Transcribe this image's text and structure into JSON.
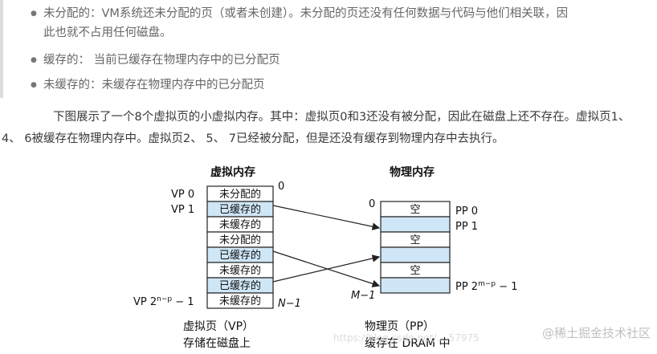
{
  "bullets": [
    {
      "term": "未分配的：",
      "text": "VM系统还未分配的页（或者未创建）。未分配的页还没有任何数据与代码与他们相关联，因",
      "cont": "此也就不占用任何磁盘。"
    },
    {
      "term": "缓存的：",
      "text": " 当前已缓存在物理内存中的已分配页"
    },
    {
      "term": "未缓存的：",
      "text": "未缓存在物理内存中的已分配页"
    }
  ],
  "paragraph": "下图展示了一个8个虚拟页的小虚拟内存。其中：虚拟页0和3还没有被分配，因此在磁盘上还不存在。虚拟页1、 4、 6被缓存在物理内存中。虚拟页2、 5、 7已经被分配，但是还没有缓存到物理内存中去执行。",
  "figure": {
    "vm_title": "虚拟内存",
    "pm_title": "物理内存",
    "vp_rows": [
      "未分配的",
      "已缓存的",
      "未缓存的",
      "未分配的",
      "已缓存的",
      "未缓存的",
      "已缓存的",
      "未缓存的"
    ],
    "vp_labels": {
      "vp0": "VP 0",
      "vp1": "VP 1",
      "vplast": "VP 2^(n−p) − 1"
    },
    "vp_top_index": "0",
    "vp_bottom_index": "N−1",
    "pp_rows": [
      "空",
      "",
      "空",
      "",
      "空",
      ""
    ],
    "pp_labels": {
      "pp0": "PP 0",
      "pp1": "PP 1",
      "pplast": "PP 2^(m−p) − 1"
    },
    "pp_top_index": "0",
    "pp_bottom_index": "M−1",
    "vp_caption_1": "虚拟页（VP）",
    "vp_caption_2": "存储在磁盘上",
    "pp_caption_1": "物理页（PP）",
    "pp_caption_2": "缓存在 DRAM 中",
    "colors": {
      "cached": "#cfe6f7",
      "plain": "#ffffff",
      "border": "#222222"
    }
  },
  "watermark": "@稀土掘金技术社区",
  "faint_url": "https://blog.csdn.net/... 57975"
}
